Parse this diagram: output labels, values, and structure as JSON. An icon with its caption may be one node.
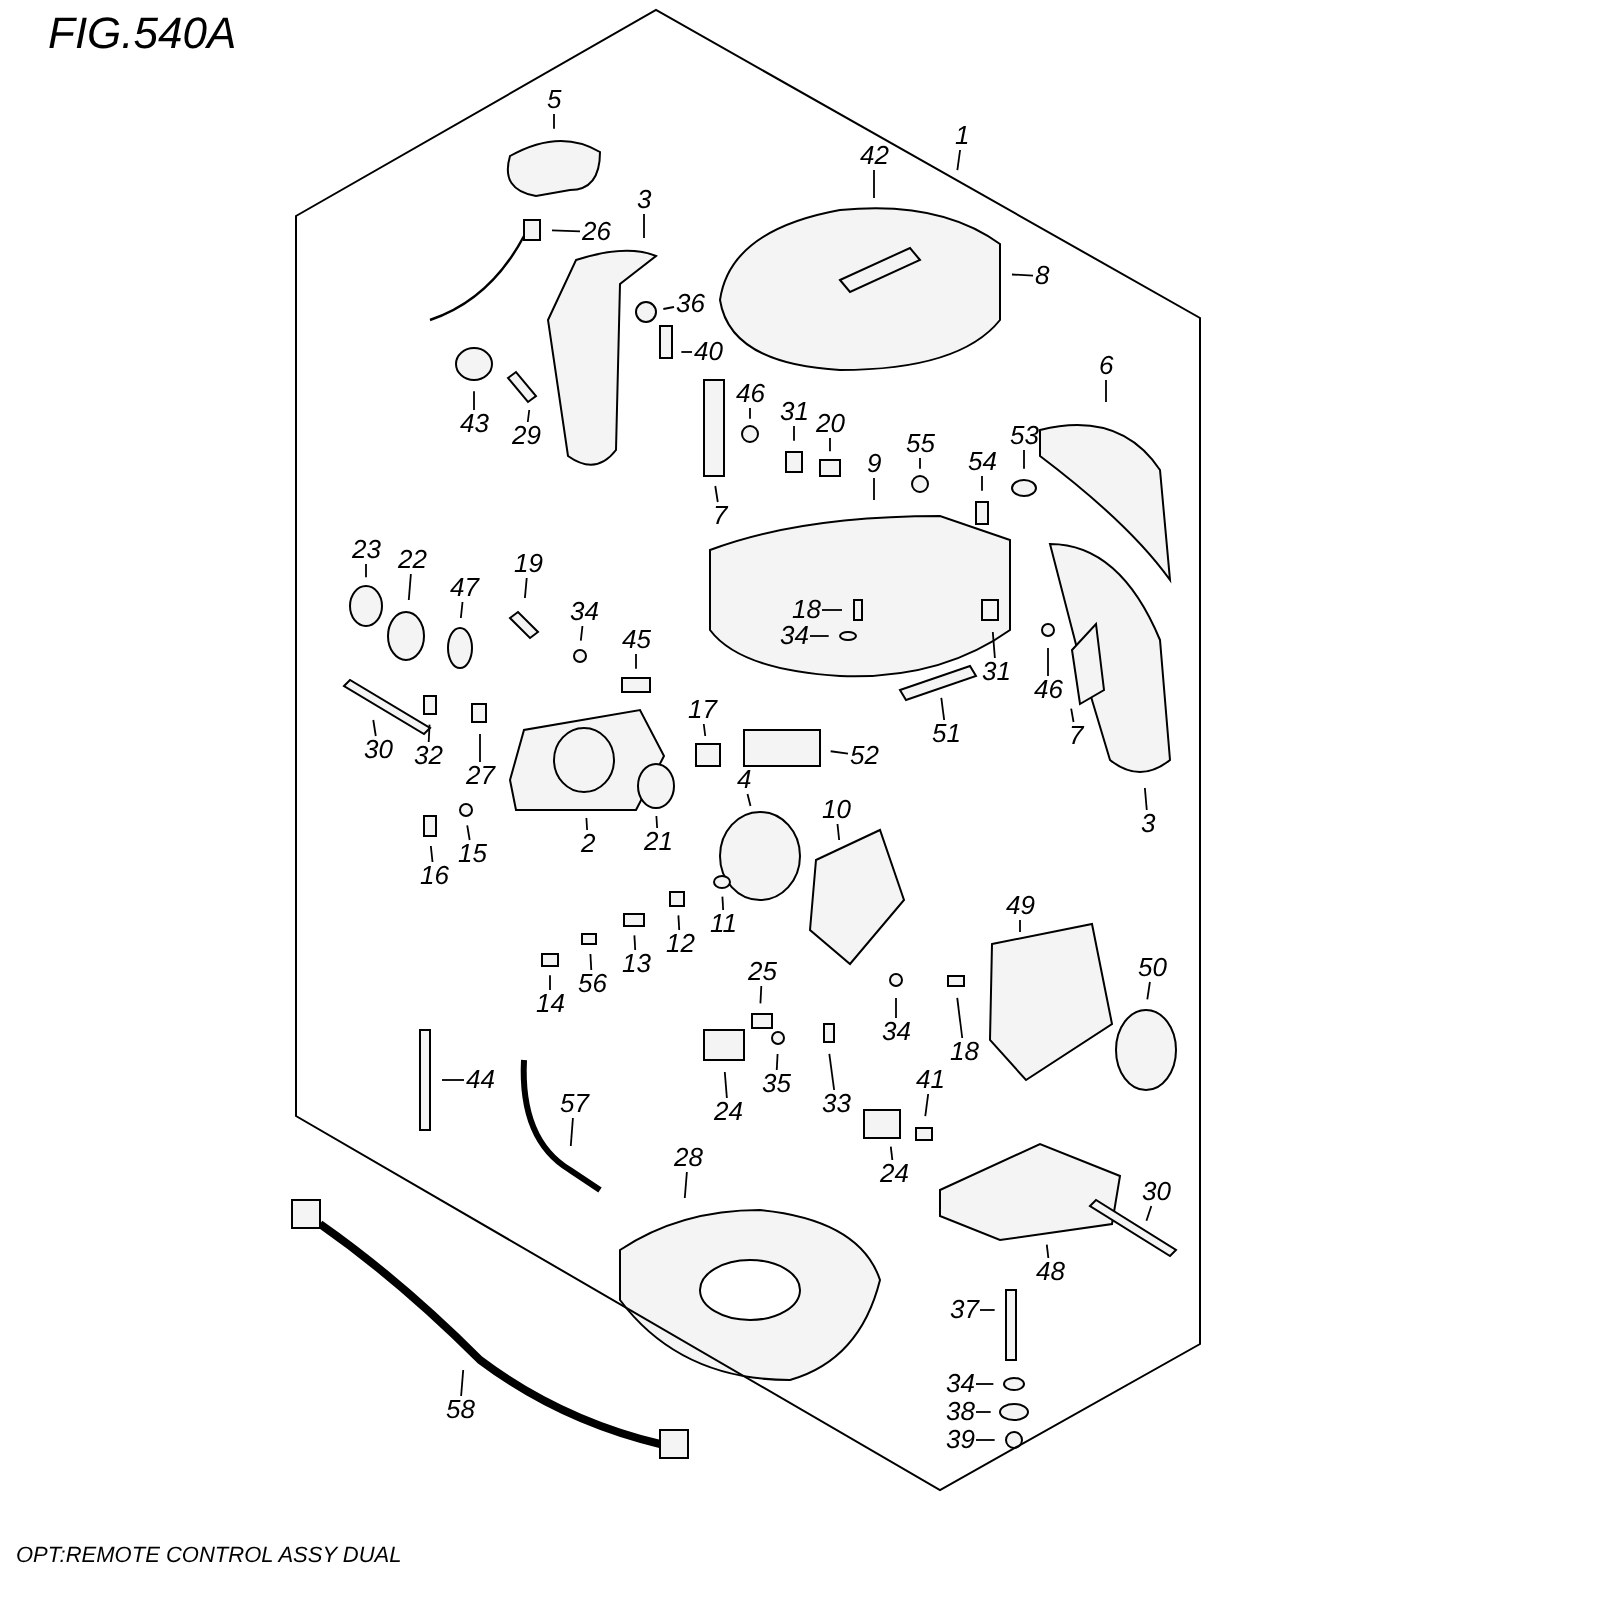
{
  "diagram": {
    "title": "FIG.540A",
    "caption": "OPT:REMOTE CONTROL ASSY DUAL",
    "nodes": [
      {
        "text": [
          "1"
        ]
      },
      {
        "text": [
          "42"
        ]
      },
      {
        "text": [
          "5"
        ]
      },
      {
        "text": [
          "3"
        ]
      },
      {
        "text": [
          "26"
        ]
      },
      {
        "text": [
          "36"
        ]
      },
      {
        "text": [
          "8"
        ]
      },
      {
        "text": [
          "40"
        ]
      },
      {
        "text": [
          "43"
        ]
      },
      {
        "text": [
          "29"
        ]
      },
      {
        "text": [
          "46"
        ]
      },
      {
        "text": [
          "31"
        ]
      },
      {
        "text": [
          "20"
        ]
      },
      {
        "text": [
          "7"
        ]
      },
      {
        "text": [
          "55"
        ]
      },
      {
        "text": [
          "54"
        ]
      },
      {
        "text": [
          "53"
        ]
      },
      {
        "text": [
          "9"
        ]
      },
      {
        "text": [
          "6"
        ]
      },
      {
        "text": [
          "23"
        ]
      },
      {
        "text": [
          "22"
        ]
      },
      {
        "text": [
          "47"
        ]
      },
      {
        "text": [
          "19"
        ]
      },
      {
        "text": [
          "34"
        ]
      },
      {
        "text": [
          "45"
        ]
      },
      {
        "text": [
          "18"
        ]
      },
      {
        "text": [
          "34"
        ]
      },
      {
        "text": [
          "31"
        ]
      },
      {
        "text": [
          "46"
        ]
      },
      {
        "text": [
          "30"
        ]
      },
      {
        "text": [
          "32"
        ]
      },
      {
        "text": [
          "27"
        ]
      },
      {
        "text": [
          "51"
        ]
      },
      {
        "text": [
          "17"
        ]
      },
      {
        "text": [
          "52"
        ]
      },
      {
        "text": [
          "7"
        ]
      },
      {
        "text": [
          "2"
        ]
      },
      {
        "text": [
          "3"
        ]
      },
      {
        "text": [
          "16"
        ]
      },
      {
        "text": [
          "15"
        ]
      },
      {
        "text": [
          "21"
        ]
      },
      {
        "text": [
          "4"
        ]
      },
      {
        "text": [
          "10"
        ]
      },
      {
        "text": [
          "11"
        ]
      },
      {
        "text": [
          "12"
        ]
      },
      {
        "text": [
          "13"
        ]
      },
      {
        "text": [
          "56"
        ]
      },
      {
        "text": [
          "14"
        ]
      },
      {
        "text": [
          "25"
        ]
      },
      {
        "text": [
          "49"
        ]
      },
      {
        "text": [
          "50"
        ]
      },
      {
        "text": [
          "34"
        ]
      },
      {
        "text": [
          "18"
        ]
      },
      {
        "text": [
          "24"
        ]
      },
      {
        "text": [
          "35"
        ]
      },
      {
        "text": [
          "33"
        ]
      },
      {
        "text": [
          "41"
        ]
      },
      {
        "text": [
          "44"
        ]
      },
      {
        "text": [
          "57"
        ]
      },
      {
        "text": [
          "24"
        ]
      },
      {
        "text": [
          "28"
        ]
      },
      {
        "text": [
          "30"
        ]
      },
      {
        "text": [
          "48"
        ]
      },
      {
        "text": [
          "37"
        ]
      },
      {
        "text": [
          "58"
        ]
      },
      {
        "text": [
          "34"
        ]
      },
      {
        "text": [
          "38"
        ]
      },
      {
        "text": [
          "39"
        ]
      }
    ],
    "edges": [
      {
        "from": 0,
        "to": null,
        "arrow": "none"
      },
      {
        "from": 1,
        "to": null,
        "arrow": "none"
      },
      {
        "from": 2,
        "to": null,
        "arrow": "none"
      },
      {
        "from": 3,
        "to": null,
        "arrow": "none"
      },
      {
        "from": 4,
        "to": null,
        "arrow": "none"
      },
      {
        "from": 5,
        "to": null,
        "arrow": "none"
      },
      {
        "from": 6,
        "to": null,
        "arrow": "none"
      },
      {
        "from": 7,
        "to": null,
        "arrow": "none"
      },
      {
        "from": 8,
        "to": null,
        "arrow": "none"
      },
      {
        "from": 9,
        "to": null,
        "arrow": "none"
      },
      {
        "from": 10,
        "to": null,
        "arrow": "none"
      },
      {
        "from": 11,
        "to": null,
        "arrow": "none"
      },
      {
        "from": 12,
        "to": null,
        "arrow": "none"
      },
      {
        "from": 13,
        "to": null,
        "arrow": "none"
      },
      {
        "from": 14,
        "to": null,
        "arrow": "none"
      },
      {
        "from": 15,
        "to": null,
        "arrow": "none"
      },
      {
        "from": 16,
        "to": null,
        "arrow": "none"
      },
      {
        "from": 17,
        "to": null,
        "arrow": "none"
      },
      {
        "from": 18,
        "to": null,
        "arrow": "none"
      },
      {
        "from": 19,
        "to": null,
        "arrow": "none"
      },
      {
        "from": 20,
        "to": null,
        "arrow": "none"
      },
      {
        "from": 21,
        "to": null,
        "arrow": "none"
      },
      {
        "from": 22,
        "to": null,
        "arrow": "none"
      },
      {
        "from": 23,
        "to": null,
        "arrow": "none"
      },
      {
        "from": 24,
        "to": null,
        "arrow": "none"
      },
      {
        "from": 25,
        "to": null,
        "arrow": "none"
      },
      {
        "from": 26,
        "to": null,
        "arrow": "none"
      },
      {
        "from": 27,
        "to": null,
        "arrow": "none"
      },
      {
        "from": 28,
        "to": null,
        "arrow": "none"
      },
      {
        "from": 29,
        "to": null,
        "arrow": "none"
      },
      {
        "from": 30,
        "to": null,
        "arrow": "none"
      },
      {
        "from": 31,
        "to": null,
        "arrow": "none"
      },
      {
        "from": 32,
        "to": null,
        "arrow": "none"
      },
      {
        "from": 33,
        "to": null,
        "arrow": "none"
      },
      {
        "from": 34,
        "to": null,
        "arrow": "none"
      },
      {
        "from": 35,
        "to": null,
        "arrow": "none"
      },
      {
        "from": 36,
        "to": null,
        "arrow": "none"
      },
      {
        "from": 37,
        "to": null,
        "arrow": "none"
      },
      {
        "from": 38,
        "to": null,
        "arrow": "none"
      },
      {
        "from": 39,
        "to": null,
        "arrow": "none"
      },
      {
        "from": 40,
        "to": null,
        "arrow": "none"
      },
      {
        "from": 41,
        "to": null,
        "arrow": "none"
      },
      {
        "from": 42,
        "to": null,
        "arrow": "none"
      },
      {
        "from": 43,
        "to": null,
        "arrow": "none"
      },
      {
        "from": 44,
        "to": null,
        "arrow": "none"
      },
      {
        "from": 45,
        "to": null,
        "arrow": "none"
      },
      {
        "from": 46,
        "to": null,
        "arrow": "none"
      },
      {
        "from": 47,
        "to": null,
        "arrow": "none"
      },
      {
        "from": 48,
        "to": null,
        "arrow": "none"
      },
      {
        "from": 49,
        "to": null,
        "arrow": "none"
      },
      {
        "from": 50,
        "to": null,
        "arrow": "none"
      },
      {
        "from": 51,
        "to": null,
        "arrow": "none"
      },
      {
        "from": 52,
        "to": null,
        "arrow": "none"
      },
      {
        "from": 53,
        "to": null,
        "arrow": "none"
      },
      {
        "from": 54,
        "to": null,
        "arrow": "none"
      },
      {
        "from": 55,
        "to": null,
        "arrow": "none"
      },
      {
        "from": 56,
        "to": null,
        "arrow": "none"
      },
      {
        "from": 57,
        "to": null,
        "arrow": "none"
      },
      {
        "from": 58,
        "to": null,
        "arrow": "none"
      },
      {
        "from": 59,
        "to": null,
        "arrow": "none"
      },
      {
        "from": 60,
        "to": null,
        "arrow": "none"
      },
      {
        "from": 61,
        "to": null,
        "arrow": "none"
      },
      {
        "from": 62,
        "to": null,
        "arrow": "none"
      },
      {
        "from": 63,
        "to": null,
        "arrow": "none"
      },
      {
        "from": 64,
        "to": null,
        "arrow": "none"
      },
      {
        "from": 65,
        "to": null,
        "arrow": "none"
      },
      {
        "from": 66,
        "to": null,
        "arrow": "none"
      },
      {
        "from": 67,
        "to": null,
        "arrow": "none"
      }
    ]
  }
}
